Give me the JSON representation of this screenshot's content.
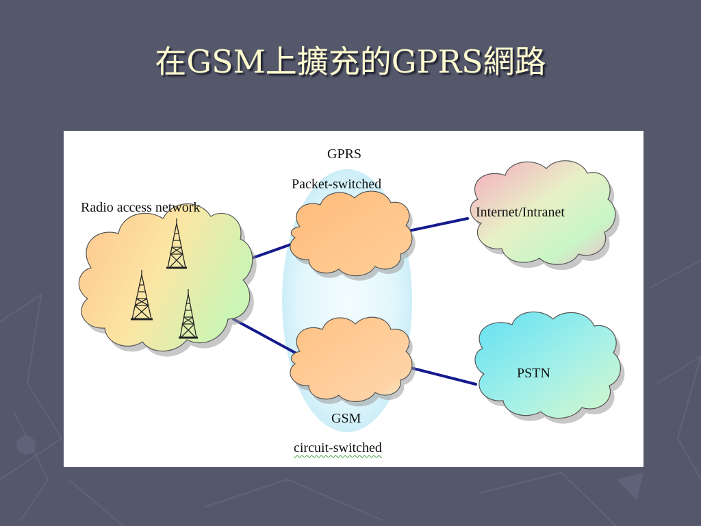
{
  "slide": {
    "title": "在GSM上擴充的GPRS網路"
  },
  "diagram": {
    "radio_access_network_label": "Radio access network",
    "gprs_label": "GPRS",
    "packet_switched_label": "Packet-switched",
    "internet_label": "Internet/Intranet",
    "pstn_label": "PSTN",
    "gsm_label": "GSM",
    "circuit_switched_label": "circuit-switched"
  },
  "colors": {
    "background": "#54586a",
    "title_text": "#fffbd0",
    "link_line": "#141a8c",
    "orange_cloud": "#ffbf80",
    "ellipse_glow": "#d8f2fb",
    "pstn_cloud": "#7fe6f0",
    "internet_cloud": "#f5b5c8"
  }
}
